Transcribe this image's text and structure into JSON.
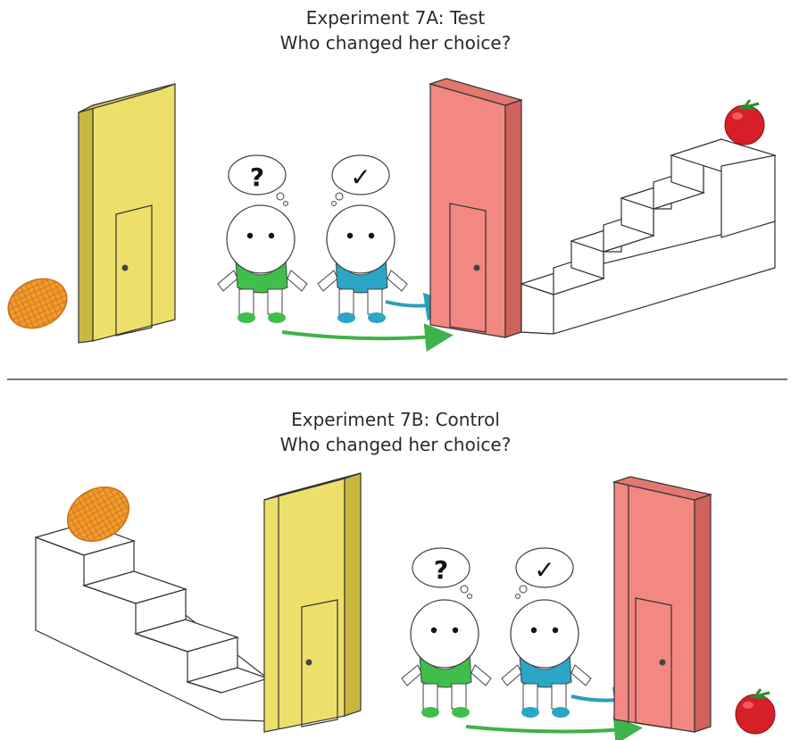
{
  "panel_a": {
    "title_line1": "Experiment 7A: Test",
    "title_line2": "Who changed her choice?",
    "left_thought": "?",
    "right_thought": "✓"
  },
  "panel_b": {
    "title_line1": "Experiment 7B: Control",
    "title_line2": "Who changed her choice?",
    "left_thought": "?",
    "right_thought": "✓"
  },
  "colors": {
    "yellow_wall": "#ede06a",
    "yellow_side": "#c9b840",
    "pink_wall": "#f38781",
    "pink_side": "#d0625c",
    "green_shirt": "#3fbf4a",
    "blue_shirt": "#2aa6c6",
    "green_arrow": "#3fb24a",
    "blue_arrow": "#2a9fb8",
    "orange_ball": "#f19b2c",
    "tomato": "#d61f26"
  }
}
